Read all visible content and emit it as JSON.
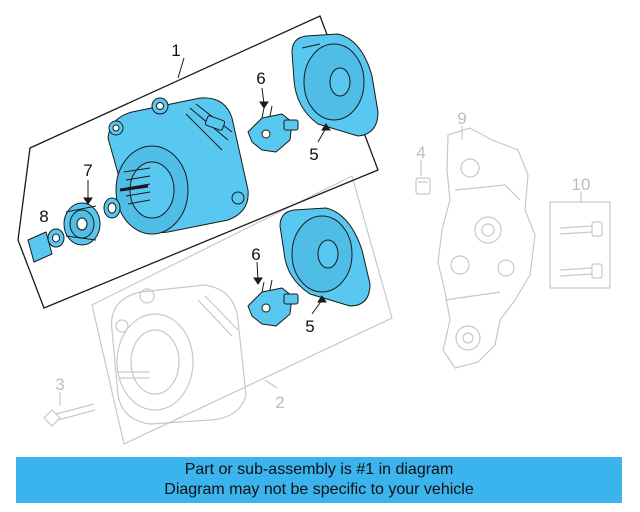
{
  "colors": {
    "highlight": "#58c8f0",
    "outline": "#1a1a1a",
    "faded": "#c4c9ce",
    "banner": "#3bb3ec"
  },
  "callouts": {
    "c1": "1",
    "c2": "2",
    "c3": "3",
    "c4": "4",
    "c5a": "5",
    "c5b": "5",
    "c6a": "6",
    "c6b": "6",
    "c7": "7",
    "c8": "8",
    "c9": "9",
    "c10": "10"
  },
  "banner": {
    "line1": "Part or sub-assembly is #1 in diagram",
    "line2": "Diagram may not be specific to your vehicle"
  }
}
